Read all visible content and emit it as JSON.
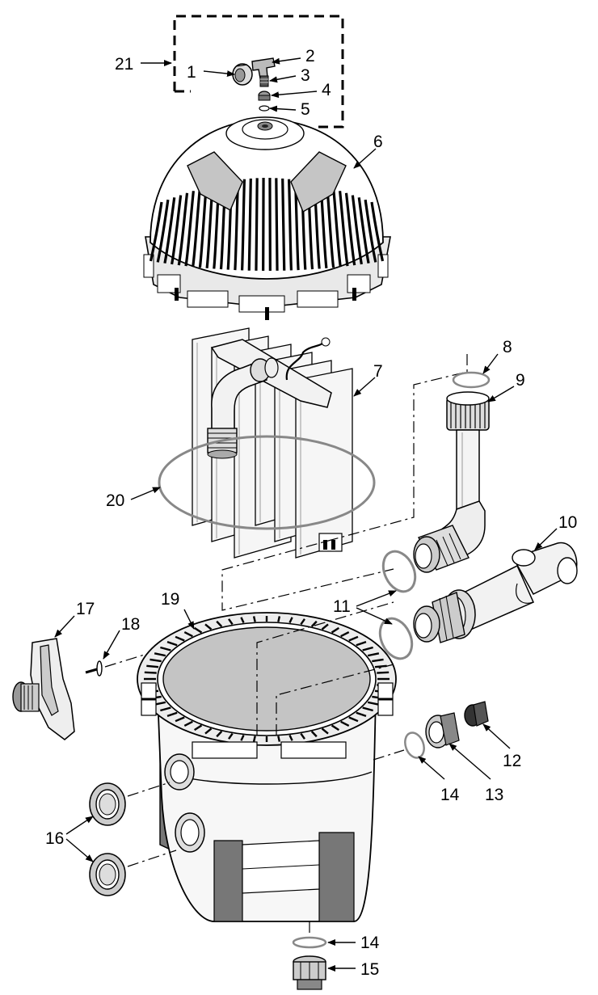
{
  "callouts": {
    "c1": "1",
    "c2": "2",
    "c3": "3",
    "c4": "4",
    "c5": "5",
    "c6": "6",
    "c7": "7",
    "c8": "8",
    "c9": "9",
    "c10": "10",
    "c11": "11",
    "c12": "12",
    "c13": "13",
    "c14a": "14",
    "c14b": "14",
    "c15": "15",
    "c16": "16",
    "c17": "17",
    "c18": "18",
    "c19": "19",
    "c20": "20",
    "c21": "21"
  },
  "colors": {
    "line": "#000000",
    "fill_gray": "#c8c8c8",
    "fill_light": "#ededed",
    "fill_dark": "#7a7a7a",
    "oring_gray": "#888888"
  }
}
